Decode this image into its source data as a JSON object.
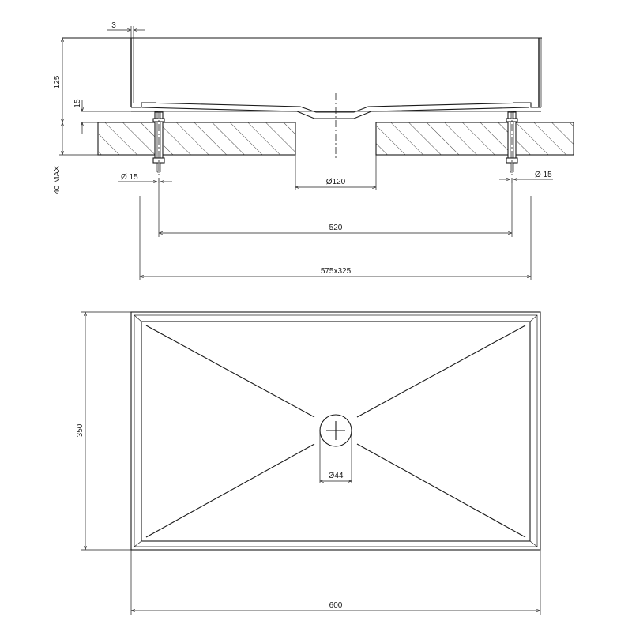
{
  "dimensions": {
    "rim_thickness": "3",
    "height_total": "125",
    "top_gap": "15",
    "counter_max": "40 MAX",
    "stud_left": "15",
    "stud_right": "15",
    "drain_hole": "120",
    "stud_spacing": "520",
    "cutout": "575x325",
    "depth": "350",
    "width": "600",
    "waste_diameter": "44"
  },
  "symbols": {
    "diameter": "Ø"
  }
}
